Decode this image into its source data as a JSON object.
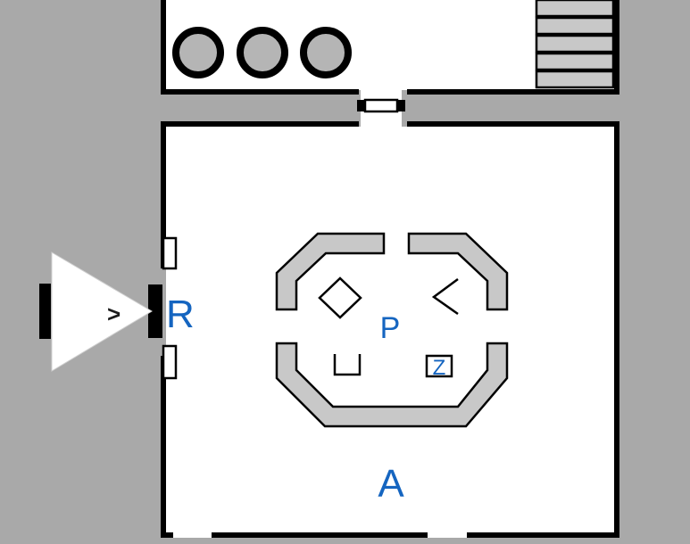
{
  "colors": {
    "background": "#a9a9a9",
    "floor": "#ffffff",
    "wall": "#000000",
    "object_gray": "#c8c8c8",
    "circle_gray": "#b5b5b5",
    "accent_blue": "#1565c0",
    "marker_dark": "#1c1c1c"
  },
  "markers": {
    "r": "R",
    "p": "P",
    "z": "Z",
    "a": "A",
    "guard_arrow": ">"
  }
}
